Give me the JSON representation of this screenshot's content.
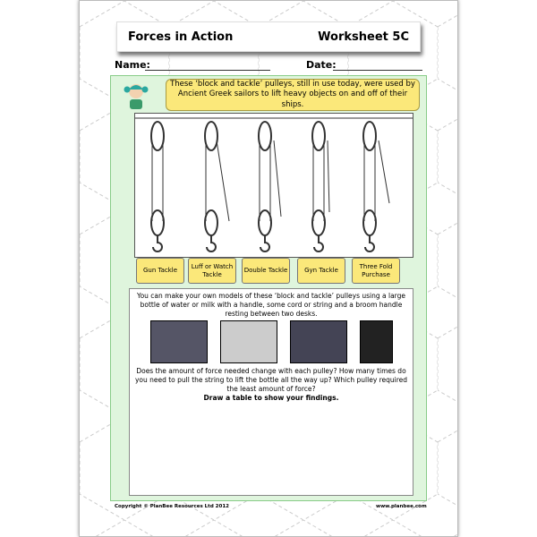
{
  "header": {
    "title": "Forces in Action",
    "worksheet": "Worksheet 5C"
  },
  "fields": {
    "name_label": "Name:",
    "date_label": "Date:"
  },
  "intro": "These ‘block and tackle’ pulleys, still in use today, were used by Ancient Greek sailors to lift heavy objects on and off of their ships.",
  "pulleys": [
    "Gun Tackle",
    "Luff or Watch Tackle",
    "Double Tackle",
    "Gyn Tackle",
    "Three Fold Purchase"
  ],
  "instructions": "You can make your own models of these ‘block and tackle’ pulleys using a large bottle of water or milk with a handle, some cord or string and a broom handle resting between two desks.",
  "questions": "Does the amount of force needed change with each pulley? How many times do you need to pull the string to lift the bottle all the way up? Which pulley required the least amount of force?",
  "task": "Draw a table to show your findings.",
  "footer": {
    "copyright": "Copyright © PlanBee Resources Ltd 2012",
    "website": "www.planbee.com"
  },
  "colors": {
    "panel": "#dff5dd",
    "label": "#fbe87a"
  }
}
